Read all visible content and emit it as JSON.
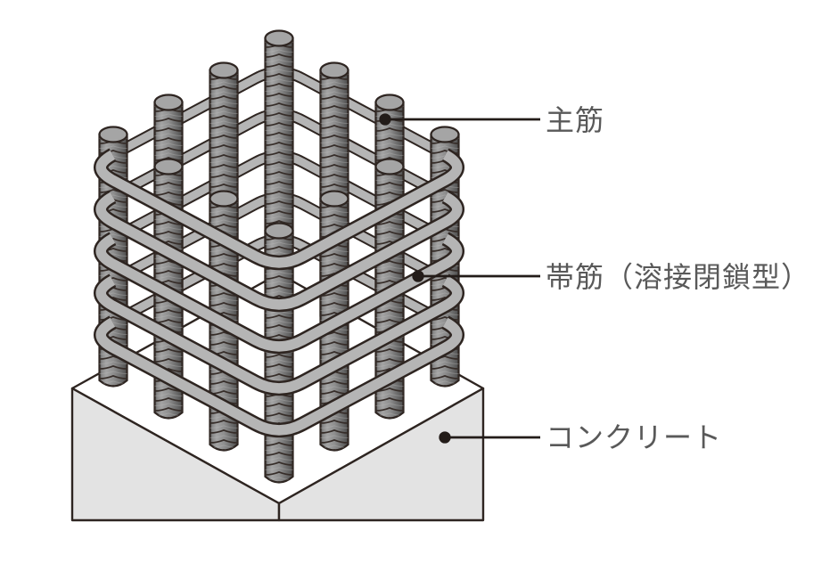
{
  "figure": {
    "type": "technical-illustration",
    "subject": "reinforced concrete column rebar cage on concrete base",
    "labels": {
      "main_rebar": "主筋",
      "hoop": "帯筋（溶接閉鎖型）",
      "concrete": "コンクリート"
    },
    "components": {
      "vertical_bar_count": 12,
      "hoop_count": 5
    }
  },
  "colors": {
    "background": "#ffffff",
    "outline": "#2e2521",
    "rebar_fill": "#8f8f8f",
    "rebar_cap": "#a5a5a5",
    "hoop_fill": "#b5b5b5",
    "concrete_fill": "#e3e3e3",
    "callout_ink": "#231c19",
    "label_text": "#595959"
  }
}
